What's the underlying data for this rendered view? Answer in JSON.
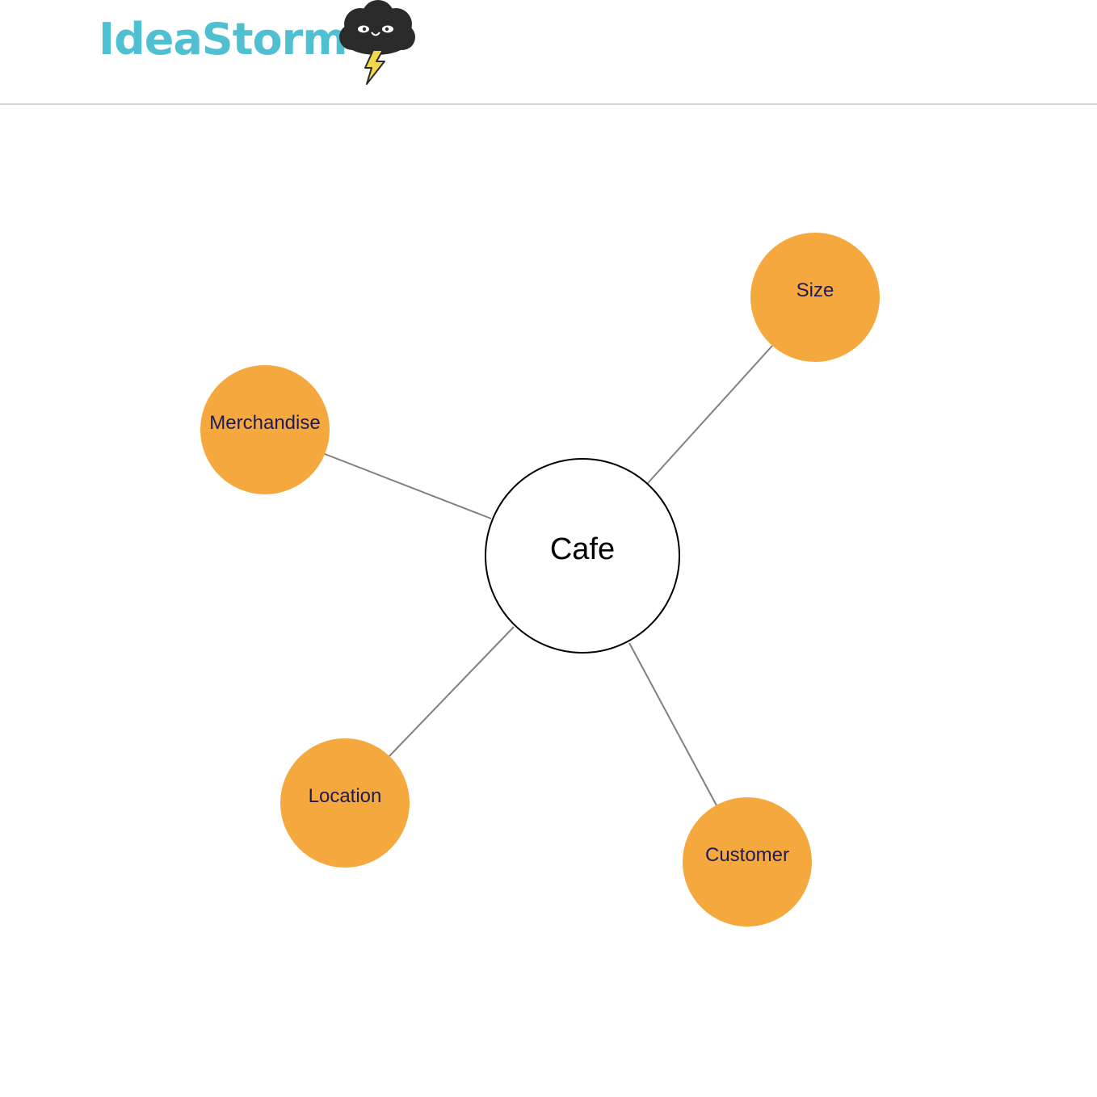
{
  "header": {
    "logo_text": "IdeaStorm",
    "logo_icon": "storm-cloud-icon",
    "logo_color": "#4fbfd2"
  },
  "mindmap": {
    "center": {
      "label": "Cafe"
    },
    "nodes": [
      {
        "key": "size",
        "label": "Size"
      },
      {
        "key": "merchandise",
        "label": "Merchandise"
      },
      {
        "key": "location",
        "label": "Location"
      },
      {
        "key": "customer",
        "label": "Customer"
      }
    ],
    "colors": {
      "leaf_fill": "#f4a83e",
      "leaf_text": "#1f1a57",
      "center_border": "#000000",
      "link": "#808080"
    }
  }
}
